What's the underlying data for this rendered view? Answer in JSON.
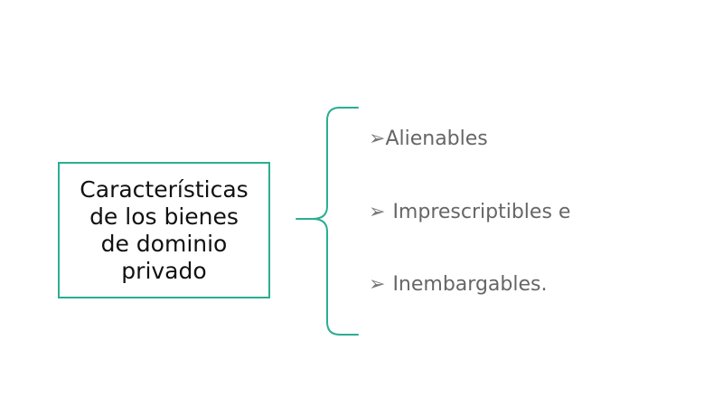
{
  "diagram": {
    "main_label": {
      "lines": [
        "Características",
        "de los bienes",
        "de dominio",
        "privado"
      ]
    },
    "brace_color": "#2aae92",
    "items": [
      {
        "arrow": "➢",
        "text": "Alienables"
      },
      {
        "arrow": "➢",
        "text": "Imprescriptibles e"
      },
      {
        "arrow": "➢",
        "text": "Inembargables."
      }
    ]
  }
}
